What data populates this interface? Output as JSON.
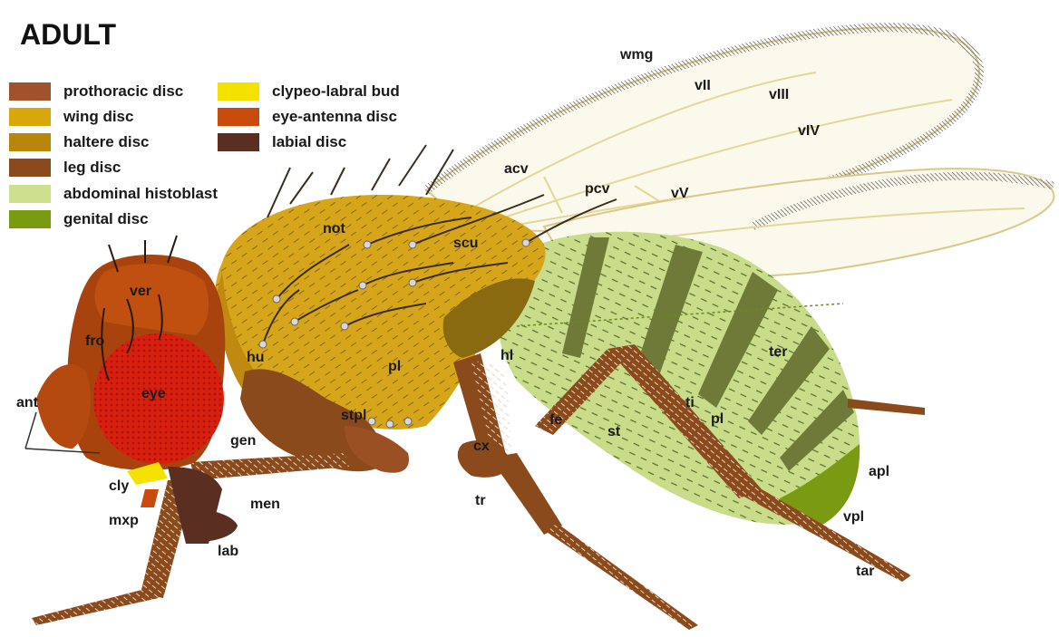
{
  "title": "ADULT",
  "legend": [
    {
      "label": "prothoracic disc",
      "color": "#a0522d"
    },
    {
      "label": "wing disc",
      "color": "#d9a70c"
    },
    {
      "label": "haltere disc",
      "color": "#b8860b"
    },
    {
      "label": "leg disc",
      "color": "#8b4a1c"
    },
    {
      "label": "abdominal histoblast",
      "color": "#cde08f"
    },
    {
      "label": "genital disc",
      "color": "#7a9a12"
    },
    {
      "label": "clypeo-labral bud",
      "color": "#f4e100"
    },
    {
      "label": "eye-antenna disc",
      "color": "#c84b0c"
    },
    {
      "label": "labial disc",
      "color": "#5a2e20"
    }
  ],
  "labels": {
    "wmg": "wmg",
    "vII": "vII",
    "vIII": "vIII",
    "vIV": "vIV",
    "vV": "vV",
    "acv": "acv",
    "pcv": "pcv",
    "not": "not",
    "scu": "scu",
    "ver": "ver",
    "fro": "fro",
    "hu": "hu",
    "pl": "pl",
    "hl": "hl",
    "ter": "ter",
    "ant": "ant",
    "eye": "eye",
    "stpl": "stpl",
    "gen": "gen",
    "fe": "fe",
    "st": "st",
    "ti": "ti",
    "pl2": "pl",
    "cx": "cx",
    "apl": "apl",
    "cly": "cly",
    "men": "men",
    "tr": "tr",
    "mxp": "mxp",
    "vpl": "vpl",
    "lab": "lab",
    "tar": "tar"
  }
}
